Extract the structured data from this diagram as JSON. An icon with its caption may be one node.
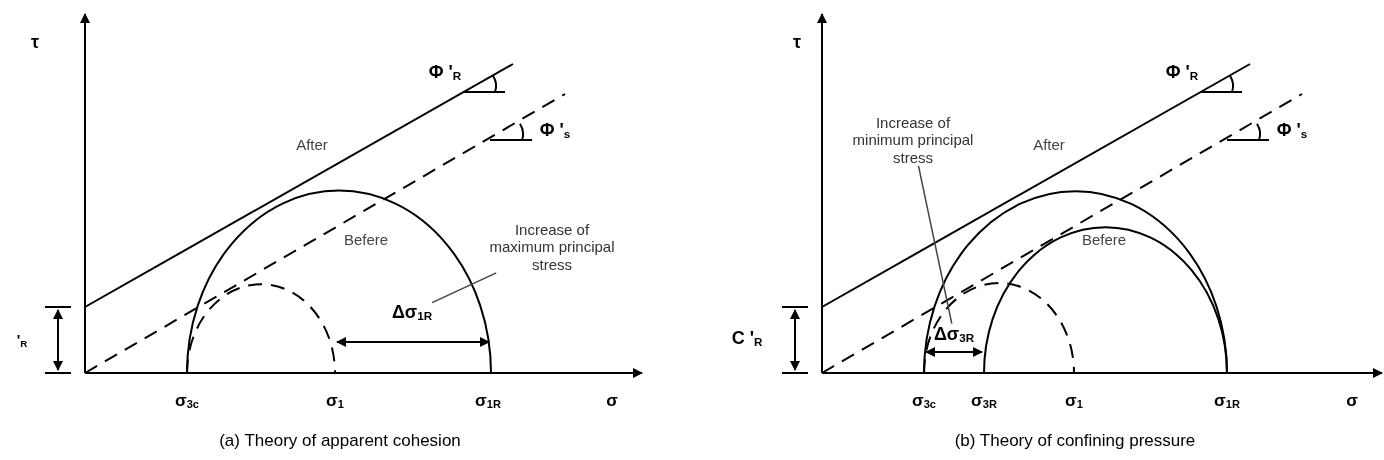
{
  "diagram": {
    "nodes": [
      {
        "text": [
          "Increase of maximum principal stress"
        ]
      },
      {
        "text": [
          "Δσ$_{1R}$"
        ]
      },
      {
        "text": [
          "Increase of minimum principal stress"
        ]
      },
      {
        "text": [
          "Δσ$_{3R}$"
        ]
      }
    ],
    "edges": [
      {
        "from": 0,
        "to": 1,
        "arrow": "none"
      },
      {
        "from": 2,
        "to": 3,
        "arrow": "none"
      }
    ],
    "labels": [
      "τ",
      "Φ '$_{R}$",
      "After",
      "Φ '$_{s}$",
      "Befere",
      "'$_{R}$",
      "σ$_{3c}$",
      "σ$_{1}$",
      "σ$_{1R}$",
      "σ",
      "(a) Theory of apparent cohesion",
      "τ",
      "Φ '$_{R}$",
      "After",
      "Φ '$_{s}$",
      "Befere",
      "C '$_{R}$",
      "σ$_{3c}$",
      "σ$_{3R}$",
      "σ$_{1}$",
      "σ$_{1R}$",
      "σ",
      "(b) Theory of confining pressure"
    ]
  }
}
